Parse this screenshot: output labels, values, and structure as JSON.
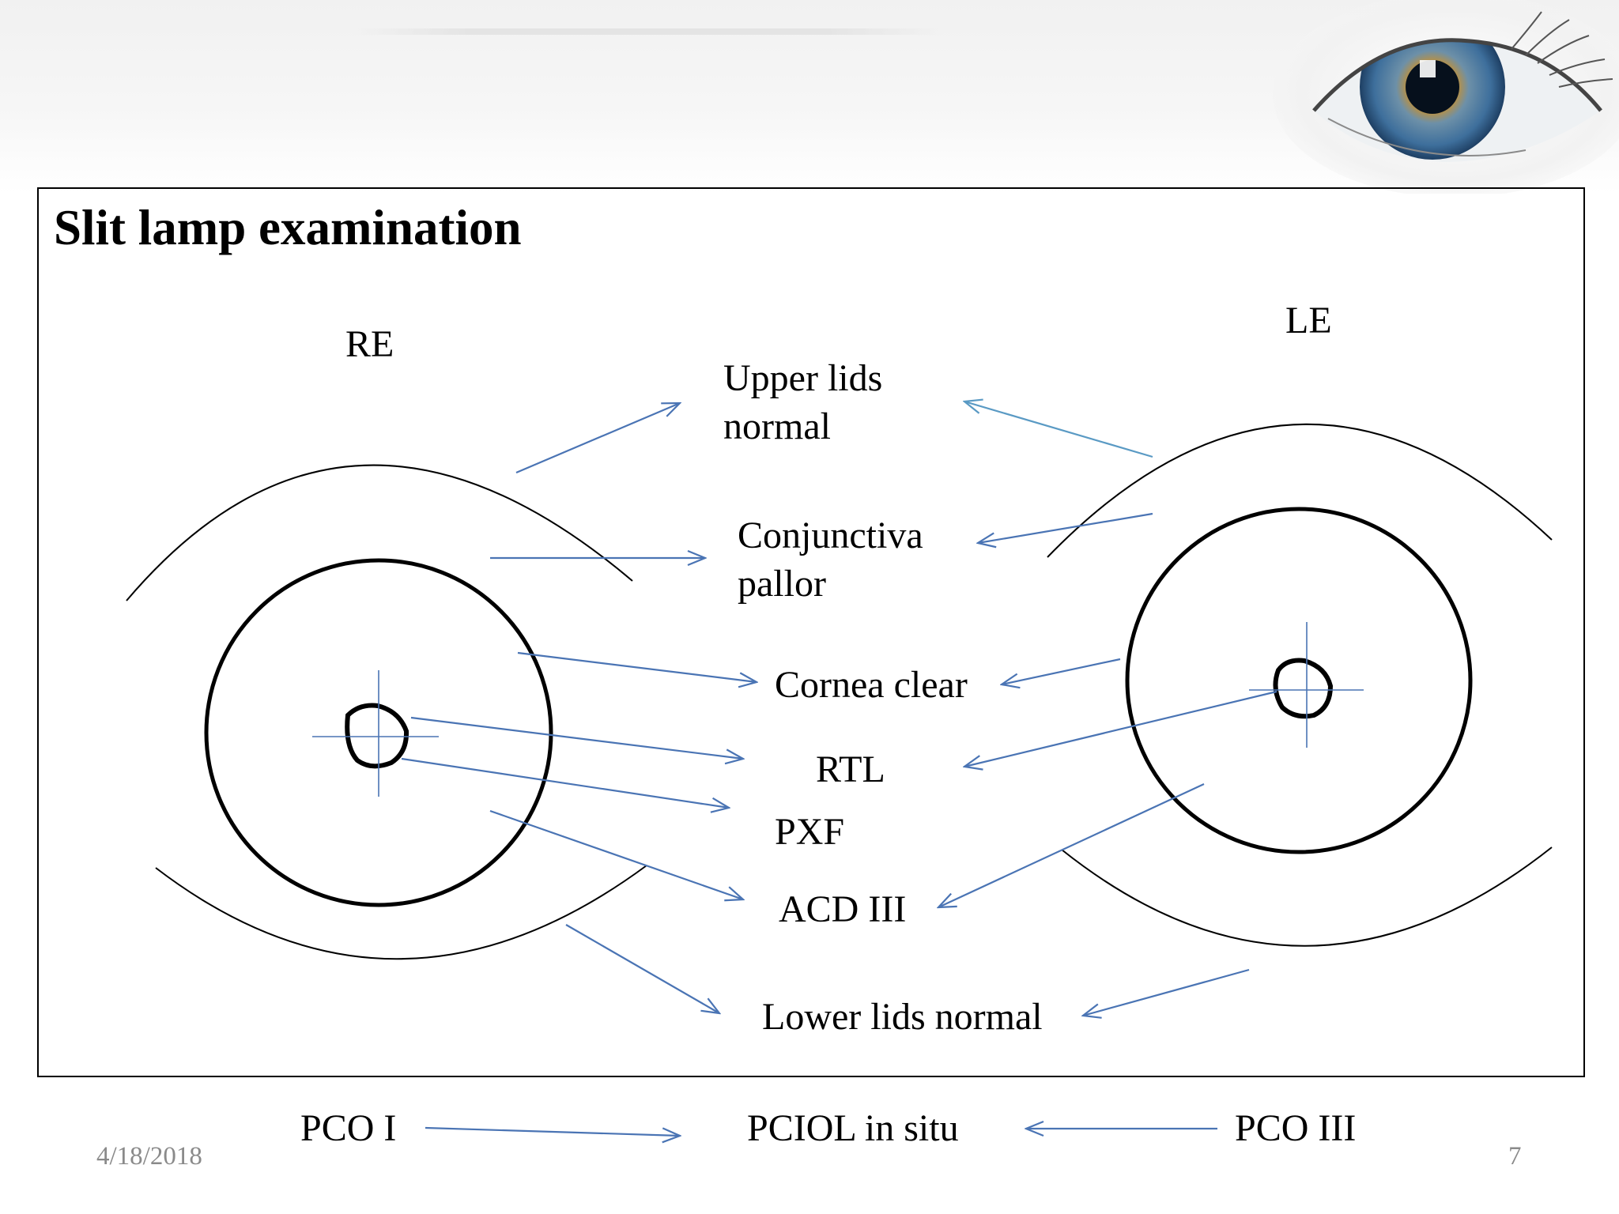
{
  "slide": {
    "title": "Slit lamp examination",
    "date": "4/18/2018",
    "page_number": "7"
  },
  "eyes": {
    "right_label": "RE",
    "left_label": "LE"
  },
  "findings": {
    "upper_lids_line1": "Upper lids",
    "upper_lids_line2": "normal",
    "conjunctiva_line1": "Conjunctiva",
    "conjunctiva_line2": "pallor",
    "cornea": "Cornea clear",
    "rtl": "RTL",
    "pxf": "PXF",
    "acd": "ACD III",
    "lower_lids": "Lower lids normal"
  },
  "lens": {
    "right": "PCO I",
    "center": "PCIOL in situ",
    "left": "PCO III"
  },
  "colors": {
    "arrow": "#4a74b4",
    "arrow_light": "#5a9ac4",
    "line": "#000000"
  }
}
